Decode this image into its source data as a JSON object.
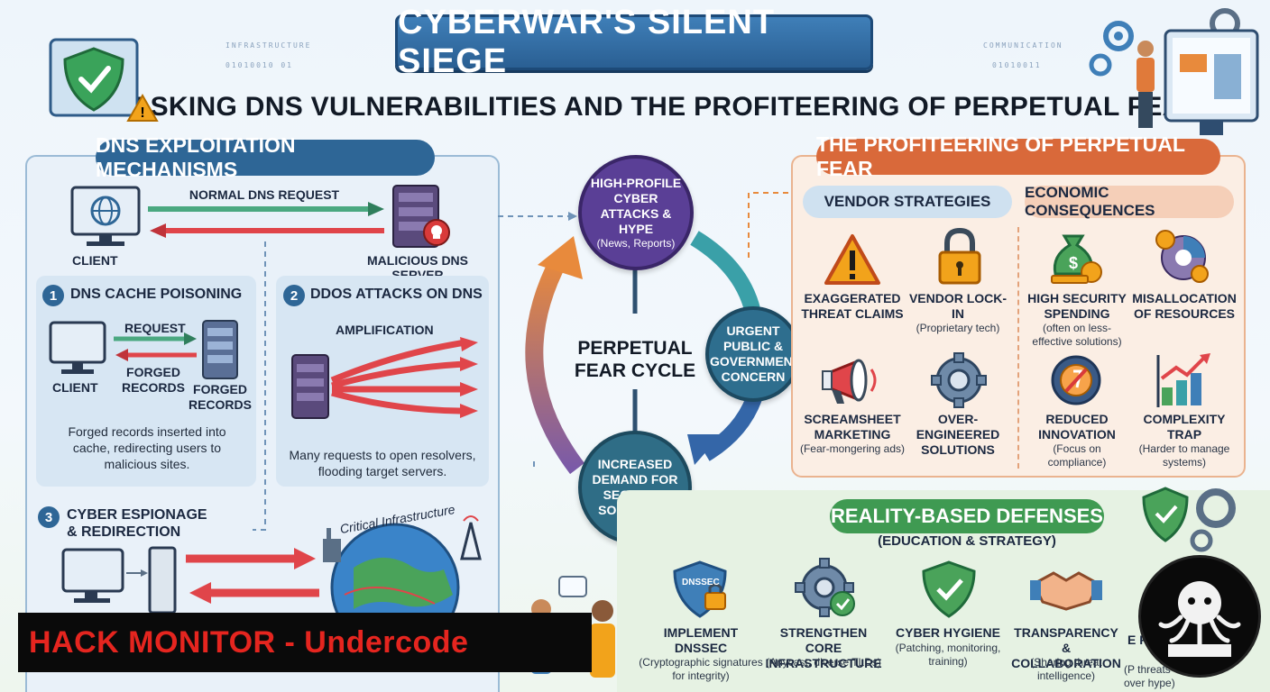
{
  "header": {
    "title": "CYBERWAR'S SILENT SIEGE",
    "subtitle": "UNMASKING DNS VULNERABILITIES AND THE PROFITEERING OF PERPETUAL FEAR"
  },
  "left_panel": {
    "title": "DNS EXPLOITATION MECHANISMS",
    "normal_request": "NORMAL DNS REQUEST",
    "client": "CLIENT",
    "malicious_server": "MALICIOUS DNS SERVER",
    "cache_poisoning": {
      "number": "1",
      "title": "DNS CACHE POISONING",
      "request": "REQUEST",
      "client": "CLIENT",
      "forged_records_left": "FORGED RECORDS",
      "forged_records_right": "FORGED RECORDS",
      "description": "Forged records inserted into cache, redirecting users to malicious sites."
    },
    "ddos": {
      "number": "2",
      "title": "DDOS ATTACKS ON DNS",
      "amplification": "AMPLIFICATION",
      "description": "Many requests to open resolvers, flooding target servers."
    },
    "espionage": {
      "number": "3",
      "title": "CYBER ESPIONAGE & REDIRECTION",
      "globe_label": "Critical Infrastructure"
    }
  },
  "cycle": {
    "center_label": "PERPETUAL FEAR CYCLE",
    "node_top": {
      "label": "HIGH-PROFILE CYBER ATTACKS & HYPE",
      "sub": "(News, Reports)"
    },
    "node_right": {
      "label": "URGENT PUBLIC & GOVERNMENT CONCERN"
    },
    "node_bottom": {
      "label": "INCREASED DEMAND FOR SECURITY SOLUTIONS"
    }
  },
  "right_panel": {
    "title": "THE PROFITEERING OF PERPETUAL FEAR",
    "vendor_header": "VENDOR STRATEGIES",
    "economic_header": "ECONOMIC CONSEQUENCES",
    "vendor_items": [
      {
        "label": "EXAGGERATED THREAT CLAIMS",
        "sub": "",
        "icon": "warning-icon"
      },
      {
        "label": "VENDOR LOCK-IN",
        "sub": "(Proprietary tech)",
        "icon": "padlock-icon"
      },
      {
        "label": "SCREAMSHEET MARKETING",
        "sub": "(Fear-mongering ads)",
        "icon": "megaphone-icon"
      },
      {
        "label": "OVER-ENGINEERED SOLUTIONS",
        "sub": "",
        "icon": "gear-icon"
      }
    ],
    "economic_items": [
      {
        "label": "HIGH SECURITY SPENDING",
        "sub": "(often on less-effective solutions)",
        "icon": "money-bag-icon"
      },
      {
        "label": "MISALLOCATION OF RESOURCES",
        "sub": "",
        "icon": "pie-chart-icon"
      },
      {
        "label": "REDUCED INNOVATION",
        "sub": "(Focus on compliance)",
        "icon": "lightbulb-gear-icon"
      },
      {
        "label": "COMPLEXITY TRAP",
        "sub": "(Harder to manage systems)",
        "icon": "bar-chart-icon"
      }
    ]
  },
  "bottom_panel": {
    "title": "REALITY-BASED DEFENSES",
    "subtitle": "(EDUCATION & STRATEGY)",
    "items": [
      {
        "label": "IMPLEMENT DNSSEC",
        "sub": "(Cryptographic signatures for integrity)",
        "icon": "dnssec-shield-icon",
        "badge": "DNSSEC"
      },
      {
        "label": "STRENGTHEN CORE INFRASTRUCTURE",
        "sub": "(Anycast, diverse TLDs)",
        "icon": "gear-check-icon"
      },
      {
        "label": "CYBER HYGIENE",
        "sub": "(Patching, monitoring, training)",
        "icon": "shield-check-icon"
      },
      {
        "label": "TRANSPARENCY & COLLABORATION",
        "sub": "(Sharing threat intelligence)",
        "icon": "handshake-icon"
      },
      {
        "label": "E RIS",
        "sub": "(P threats over hype)",
        "icon": "partial-icon"
      }
    ]
  },
  "watermark": {
    "text": "HACK MONITOR - Undercode"
  },
  "circuit_text": {
    "left": [
      "INFRASTRUCTURE",
      "01010010 01"
    ],
    "right": [
      "COMMUNICATION",
      "01010011"
    ]
  },
  "colors": {
    "node_top": "#5a3f96",
    "node_right": "#2e6e8e",
    "node_bottom": "#2f6d86",
    "arrow_orange": "#e88a3c",
    "arrow_purple": "#7a5aa8",
    "arrow_teal": "#3aa0a8",
    "arrow_blue": "#3466a8",
    "red_arrow": "#e0454a",
    "green_arrow": "#4aa880"
  }
}
